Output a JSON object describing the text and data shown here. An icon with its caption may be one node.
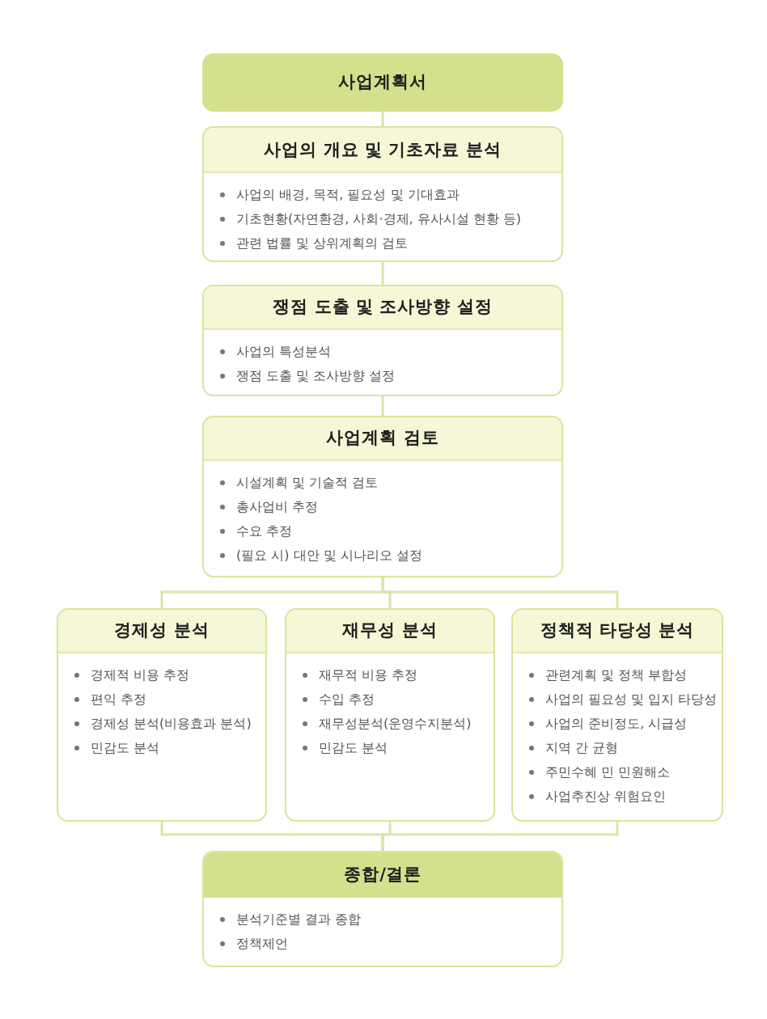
{
  "diagram": {
    "nodes": [
      {
        "text": [
          "사업계획서"
        ]
      },
      {
        "text": [
          "사업의 개요 및 기초자료 분석",
          "사업의 배경, 목적, 필요성 및 기대효과",
          "기초현황(자연환경, 사회·경제, 유사시설 현황 등)",
          "관련 법률 및 상위계획의 검토"
        ]
      },
      {
        "text": [
          "쟁점 도출 및 조사방향 설정",
          "사업의 특성분석",
          "쟁점 도출 및 조사방향 설정"
        ]
      },
      {
        "text": [
          "사업계획 검토",
          "시설계획 및 기술적 검토",
          "총사업비 추정",
          "수요 추정",
          "(필요 시) 대안 및 시나리오 설정"
        ]
      },
      {
        "text": [
          "경제성 분석",
          "경제적 비용 추정",
          "편익 추정",
          "경제성 분석(비용효과 분석)",
          "민감도 분석"
        ]
      },
      {
        "text": [
          "재무성 분석",
          "재무적 비용 추정",
          "수입 추정",
          "재무성분석(운영수지분석)",
          "민감도 분석"
        ]
      },
      {
        "text": [
          "정책적 타당성 분석",
          "관련계획 및 정책 부합성",
          "사업의 필요성 및 입지 타당성",
          "사업의 준비정도, 시급성",
          "지역 간 균형",
          "주민수혜 민 민원해소",
          "사업추진상 위험요인"
        ]
      },
      {
        "text": [
          "종합/결론",
          "분석기준별 결과 종합",
          "정책제언"
        ]
      }
    ],
    "edges": [
      {
        "from": 0,
        "to": 1,
        "arrow": "none"
      },
      {
        "from": 1,
        "to": 2,
        "arrow": "none"
      },
      {
        "from": 2,
        "to": 3,
        "arrow": "none"
      },
      {
        "from": 3,
        "to": 4,
        "arrow": "none"
      },
      {
        "from": 3,
        "to": 5,
        "arrow": "none"
      },
      {
        "from": 3,
        "to": 6,
        "arrow": "none"
      },
      {
        "from": 4,
        "to": 7,
        "arrow": "none"
      },
      {
        "from": 5,
        "to": 7,
        "arrow": "none"
      },
      {
        "from": 6,
        "to": 7,
        "arrow": "none"
      }
    ]
  }
}
